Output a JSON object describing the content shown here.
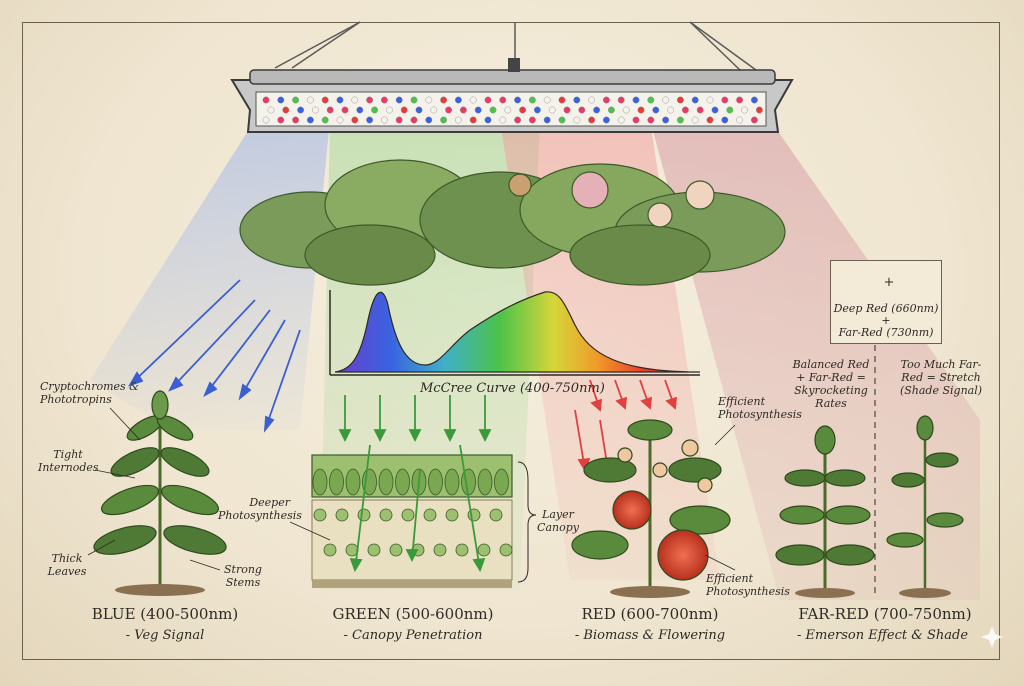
{
  "spectrum_curve": {
    "title": "McCree Curve (400-750nm)"
  },
  "legend": {
    "plus_symbol": "+",
    "deep_red": "Deep Red (660nm)",
    "plus_between": "+",
    "far_red": "Far-Red (730nm)"
  },
  "blue": {
    "title": "BLUE (400-500nm)",
    "subtitle": "- Veg Signal",
    "labels": {
      "receptors": "Cryptochromes & Phototropins",
      "internodes": "Tight Internodes",
      "leaves": "Thick Leaves",
      "stems": "Strong Stems"
    }
  },
  "green": {
    "title": "GREEN (500-600nm)",
    "subtitle": "- Canopy Penetration",
    "labels": {
      "deeper": "Deeper Photosynthesis",
      "canopy": "Layer Canopy"
    }
  },
  "red": {
    "title": "RED (600-700nm)",
    "subtitle": "- Biomass & Flowering",
    "labels": {
      "top": "Efficient Photosynthesis",
      "bottom": "Efficient Photosynthesis"
    }
  },
  "farred": {
    "title": "FAR-RED (700-750nm)",
    "subtitle": "- Emerson Effect & Shade",
    "labels": {
      "balanced": "Balanced Red + Far-Red = Skyrocketing Rates",
      "toomuch": "Too Much Far-Red = Stretch (Shade Signal)"
    }
  },
  "colors": {
    "blue": "#4a6fd8",
    "green": "#4fae4a",
    "red": "#e0484a",
    "farred": "#b04a5a",
    "paper": "#efe6d3",
    "ink": "#2e2a24"
  },
  "icons": [
    "grow-light-fixture",
    "plant-canopy",
    "spectrum-curve",
    "blue-plant",
    "leaf-cross-section",
    "tomato-plant",
    "balanced-plant",
    "stretched-plant",
    "sparkle-icon"
  ]
}
